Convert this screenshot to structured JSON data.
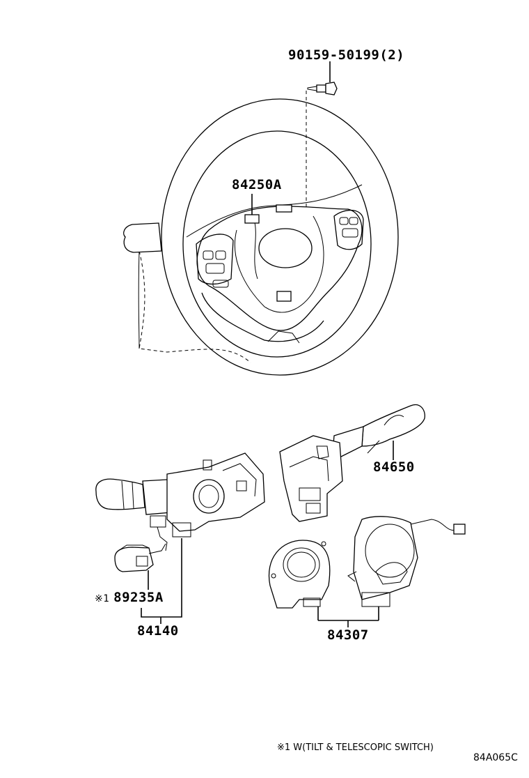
{
  "diagram": {
    "parts": {
      "bolt": "90159-50199(2)",
      "steering_switch": "84250A",
      "wiper_switch": "84650",
      "tilt_switch": "89235A",
      "tilt_switch_mark": "※1",
      "turn_signal_switch": "84140",
      "spiral_cable": "84307"
    },
    "footnote": "※1  W(TILT & TELESCOPIC SWITCH)",
    "drawing_code": "84A065C"
  }
}
